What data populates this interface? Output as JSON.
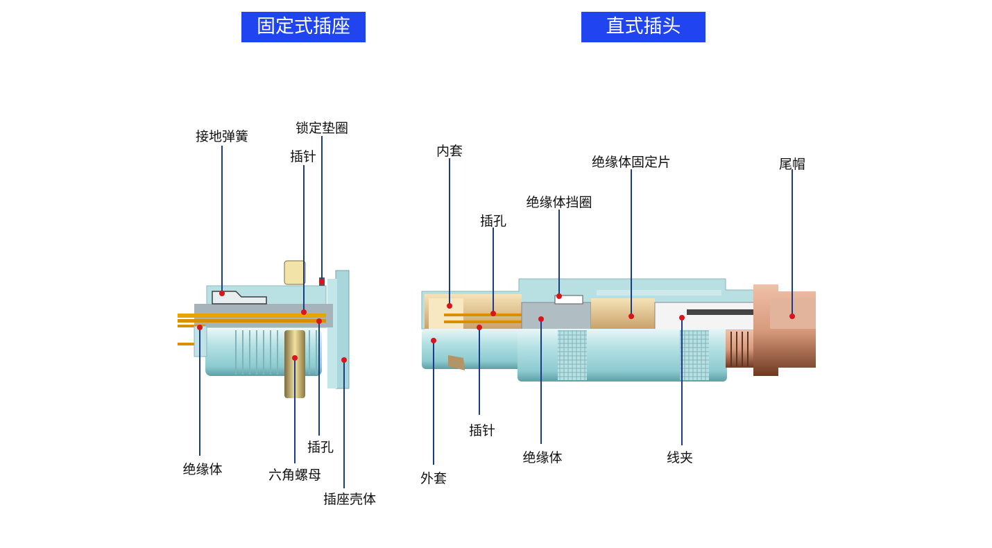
{
  "titles": {
    "left": "固定式插座",
    "right": "直式插头"
  },
  "colors": {
    "title_bg": "#1f44f0",
    "title_text": "#ffffff",
    "leader_line": "#1a3a8c",
    "marker_dot": "#d9141c",
    "shell_blue": "#a8d8dc",
    "pin_gold": "#e0a000",
    "nut_brass": "#d8c070",
    "cap_copper": "#dc9a78"
  },
  "left_labels": {
    "ground_spring": "接地弹簧",
    "lock_washer": "锁定垫圈",
    "pin": "插针",
    "insulator": "绝缘体",
    "hex_nut": "六角螺母",
    "socket_hole": "插孔",
    "receptacle_shell": "插座壳体"
  },
  "right_labels": {
    "inner_sleeve": "内套",
    "socket_hole": "插孔",
    "insulator_retainer": "绝缘体挡圈",
    "insulator_fixing_piece": "绝缘体固定片",
    "tail_cap": "尾帽",
    "pin": "插针",
    "insulator": "绝缘体",
    "cable_clamp": "线夹",
    "outer_sleeve": "外套"
  }
}
